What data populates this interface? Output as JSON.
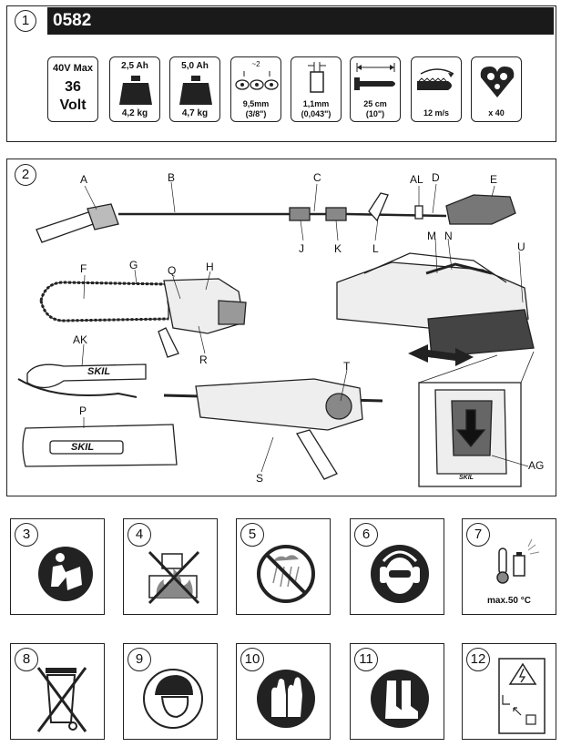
{
  "section1": {
    "number": "1",
    "model": "0582",
    "specs": [
      {
        "line1": "40V Max",
        "line2": "36",
        "line3": "Volt"
      },
      {
        "top": "2,5 Ah",
        "bottom": "4,2 kg"
      },
      {
        "top": "5,0 Ah",
        "bottom": "4,7 kg"
      },
      {
        "top": "~2",
        "mid": "9,5mm",
        "bottom": "(3/8\")"
      },
      {
        "mid": "1,1mm",
        "bottom": "(0,043\")"
      },
      {
        "mid": "25 cm",
        "bottom": "(10\")"
      },
      {
        "bottom": "12 m/s"
      },
      {
        "bottom": "x 40"
      }
    ]
  },
  "section2": {
    "number": "2",
    "labels": {
      "A": "A",
      "B": "B",
      "C": "C",
      "AL": "AL",
      "D": "D",
      "E": "E",
      "J": "J",
      "K": "K",
      "L": "L",
      "M": "M",
      "N": "N",
      "U": "U",
      "F": "F",
      "G": "G",
      "Q": "Q",
      "H": "H",
      "R": "R",
      "AK": "AK",
      "T": "T",
      "P": "P",
      "S": "S",
      "AG": "AG"
    },
    "brand": "SKIL"
  },
  "symbols": [
    {
      "number": "3",
      "icon": "read-manual-icon"
    },
    {
      "number": "4",
      "icon": "no-fire-disposal-icon"
    },
    {
      "number": "5",
      "icon": "no-rain-icon"
    },
    {
      "number": "6",
      "icon": "eye-ear-protection-icon"
    },
    {
      "number": "7",
      "icon": "max-temperature-icon",
      "caption": "max.50 °C"
    },
    {
      "number": "8",
      "icon": "crossed-bin-icon"
    },
    {
      "number": "9",
      "icon": "head-protection-icon"
    },
    {
      "number": "10",
      "icon": "gloves-icon"
    },
    {
      "number": "11",
      "icon": "boots-icon"
    },
    {
      "number": "12",
      "icon": "electric-hazard-icon"
    }
  ]
}
